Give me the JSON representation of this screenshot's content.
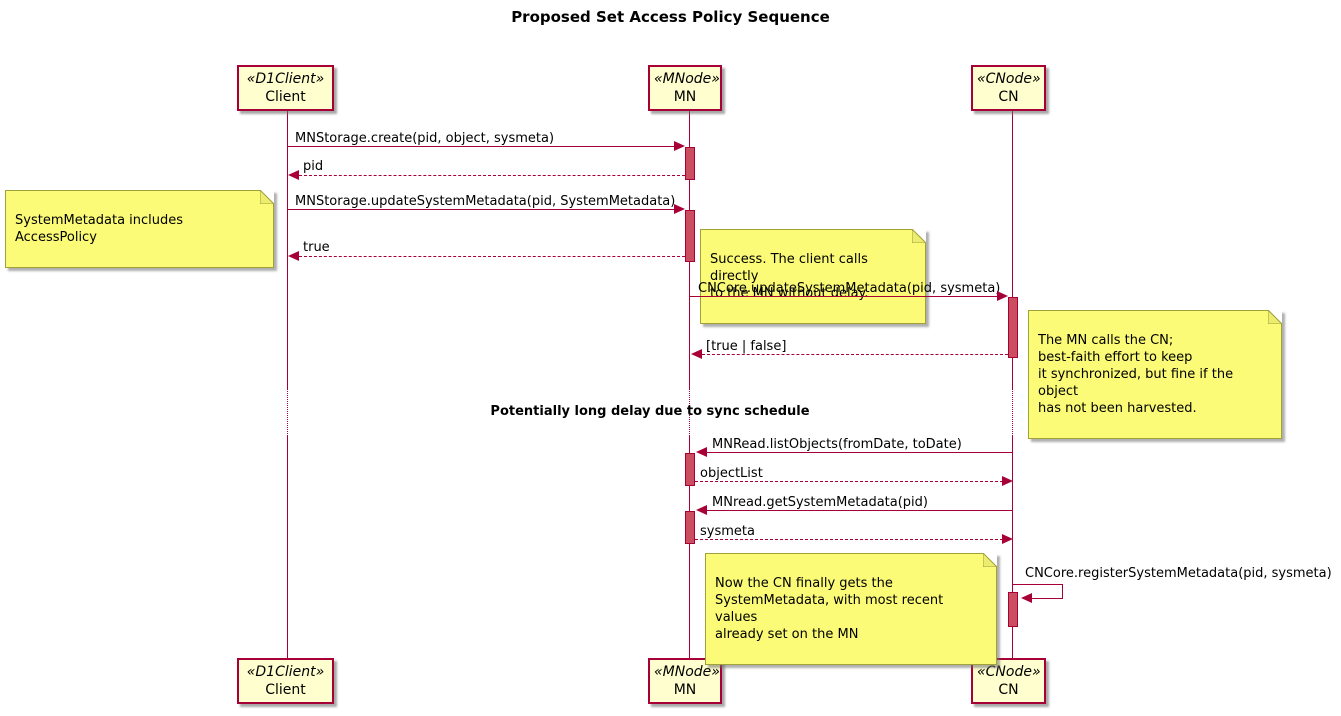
{
  "title": "Proposed Set Access Policy Sequence",
  "participants": [
    {
      "stereotype": "«D1Client»",
      "name": "Client"
    },
    {
      "stereotype": "«MNode»",
      "name": "MN"
    },
    {
      "stereotype": "«CNode»",
      "name": "CN"
    }
  ],
  "messages": [
    {
      "label": "MNStorage.create(pid, object, sysmeta)",
      "from": "Client",
      "to": "MN",
      "style": "solid"
    },
    {
      "label": "pid",
      "from": "MN",
      "to": "Client",
      "style": "dashed"
    },
    {
      "label": "MNStorage.updateSystemMetadata(pid, SystemMetadata)",
      "from": "Client",
      "to": "MN",
      "style": "solid"
    },
    {
      "label": "true",
      "from": "MN",
      "to": "Client",
      "style": "dashed"
    },
    {
      "label": "CNCore.updateSystemMetadata(pid, sysmeta)",
      "from": "MN",
      "to": "CN",
      "style": "solid"
    },
    {
      "label": "[true | false]",
      "from": "CN",
      "to": "MN",
      "style": "dashed"
    },
    {
      "label": "MNRead.listObjects(fromDate, toDate)",
      "from": "CN",
      "to": "MN",
      "style": "solid"
    },
    {
      "label": "objectList",
      "from": "MN",
      "to": "CN",
      "style": "dashed"
    },
    {
      "label": "MNread.getSystemMetadata(pid)",
      "from": "CN",
      "to": "MN",
      "style": "solid"
    },
    {
      "label": "sysmeta",
      "from": "MN",
      "to": "CN",
      "style": "dashed"
    },
    {
      "label": "CNCore.registerSystemMetadata(pid, sysmeta)",
      "from": "CN",
      "to": "CN",
      "style": "self"
    }
  ],
  "notes": [
    {
      "text": "SystemMetadata includes AccessPolicy",
      "position": "left of Client"
    },
    {
      "text": "Success. The client calls directly\nto the MN without delay.",
      "position": "right of MN"
    },
    {
      "text": "The MN calls the CN;\nbest-faith effort to keep\nit synchronized, but fine if the object\nhas not been harvested.",
      "position": "right of CN"
    },
    {
      "text": "Now the CN finally gets the\nSystemMetadata, with most recent values\nalready set on the MN",
      "position": "left of CN"
    }
  ],
  "delay": {
    "text": "Potentially long delay due to sync schedule"
  },
  "colors": {
    "line": "#A80036",
    "participant_fill": "#FEFECE",
    "note_fill": "#FBFB77",
    "note_border": "#A1A13A",
    "activation_fill": "#CB4E60"
  }
}
